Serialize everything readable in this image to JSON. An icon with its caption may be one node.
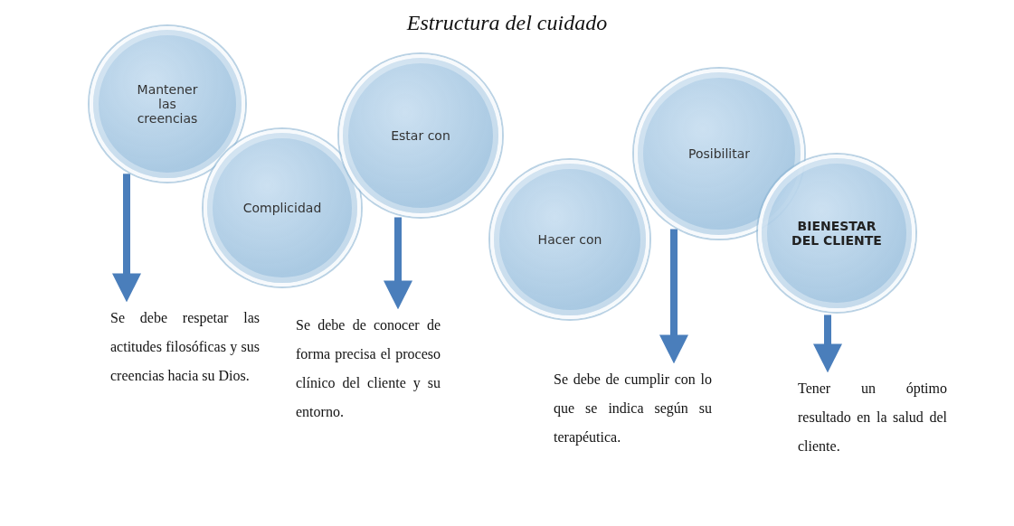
{
  "diagram": {
    "title": "Estructura del cuidado",
    "nodes": [
      {
        "text": [
          "Mantener las creencias"
        ]
      },
      {
        "text": [
          "Complicidad"
        ]
      },
      {
        "text": [
          "Estar con"
        ]
      },
      {
        "text": [
          "Hacer con"
        ]
      },
      {
        "text": [
          "Posibilitar"
        ]
      },
      {
        "text": [
          "BIENESTAR DEL CLIENTE"
        ]
      },
      {
        "text": [
          "Se debe respetar las actitudes filosóficas y sus creencias hacia su Dios."
        ]
      },
      {
        "text": [
          "Se debe de conocer de forma precisa el proceso clínico del cliente y su entorno."
        ]
      },
      {
        "text": [
          "Se debe de cumplir con lo que se indica según su terapéutica."
        ]
      },
      {
        "text": [
          "Tener un óptimo resultado en la salud del cliente."
        ]
      }
    ],
    "edges": [
      {
        "from": 0,
        "to": 6,
        "arrow": "to"
      },
      {
        "from": 2,
        "to": 7,
        "arrow": "to"
      },
      {
        "from": 4,
        "to": 8,
        "arrow": "to"
      },
      {
        "from": 5,
        "to": 9,
        "arrow": "to"
      }
    ]
  }
}
